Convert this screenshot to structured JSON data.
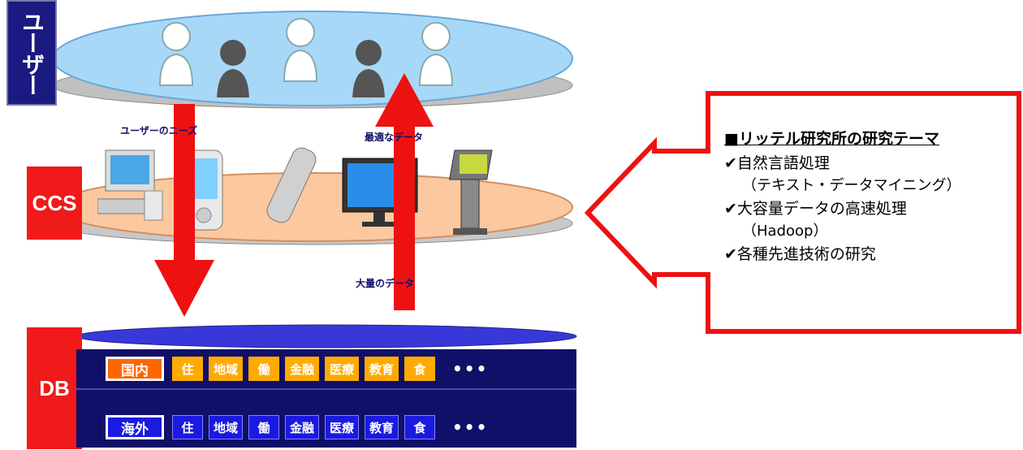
{
  "layers": {
    "user": "ユーザー",
    "ccs": "CCS",
    "db": "DB"
  },
  "flows": {
    "user_needs": "ユーザーのニーズ",
    "optimal_data": "最適なデータ",
    "bulk_data": "大量のデータ"
  },
  "db_rows": [
    {
      "head": "国内",
      "items": [
        "住",
        "地域",
        "働",
        "金融",
        "医療",
        "教育",
        "食"
      ],
      "more": "•••"
    },
    {
      "head": "海外",
      "items": [
        "住",
        "地域",
        "働",
        "金融",
        "医療",
        "教育",
        "食"
      ],
      "more": "•••"
    }
  ],
  "research": {
    "title": "■リッテル研究所の研究テーマ",
    "items": [
      {
        "text": "✔自然言語処理",
        "sub": "（テキスト・データマイニング）"
      },
      {
        "text": "✔大容量データの高速処理",
        "sub": "（Hadoop）"
      },
      {
        "text": "✔各種先進技術の研究",
        "sub": ""
      }
    ]
  },
  "colors": {
    "arrow_red": "#ee1111",
    "user_disc": "#a8d8f8",
    "ccs_disc": "#fbc8a0",
    "db_navy": "#101068",
    "domestic_head": "#ff6600",
    "domestic_item": "#ffaa00",
    "foreign": "#1a1ae0"
  },
  "icons": {
    "users": [
      "user-light-icon",
      "user-dark-icon",
      "user-light-icon",
      "user-dark-icon",
      "user-light-icon"
    ],
    "devices": [
      "desktop-pc-icon",
      "pda-icon",
      "flip-phone-icon",
      "flat-monitor-icon",
      "kiosk-terminal-icon"
    ]
  }
}
